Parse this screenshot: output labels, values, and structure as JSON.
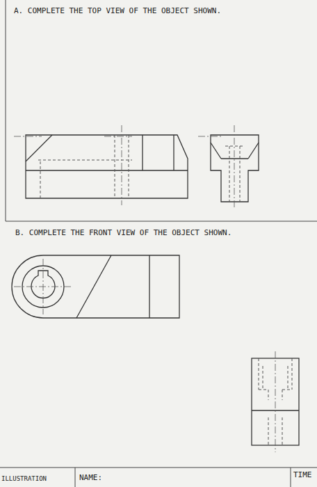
{
  "diagram": {
    "labels": [
      "A. COMPLETE THE TOP VIEW OF THE OBJECT SHOWN.",
      "B. COMPLETE THE FRONT VIEW OF THE OBJECT SHOWN.",
      "ILLUSTRATION",
      "NAME:",
      "TIME"
    ]
  }
}
